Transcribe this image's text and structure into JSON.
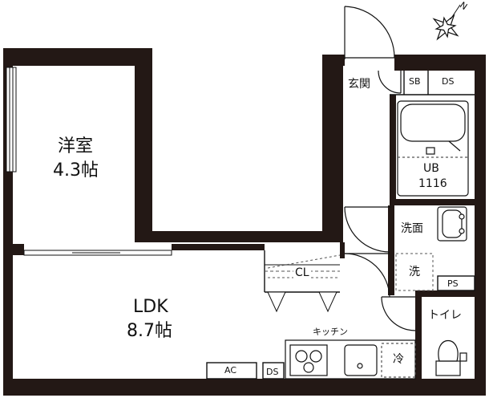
{
  "rooms": {
    "western": {
      "name": "洋室",
      "size": "4.3帖"
    },
    "ldk": {
      "name": "LDK",
      "size": "8.7帖"
    },
    "entrance": "玄関",
    "bath": {
      "name": "UB",
      "size": "1116"
    },
    "washroom": "洗面",
    "washer": "洗",
    "kitchen": "キッチン",
    "fridge": "冷",
    "toilet": "トイレ"
  },
  "storage": {
    "sb": "SB",
    "ds_top": "DS",
    "ds_bottom": "DS",
    "cl": "CL",
    "ps": "PS",
    "ac": "AC"
  },
  "compass": {
    "north": "N"
  },
  "colors": {
    "wall": "#231815",
    "line": "#111111",
    "dashed": "#555555"
  }
}
